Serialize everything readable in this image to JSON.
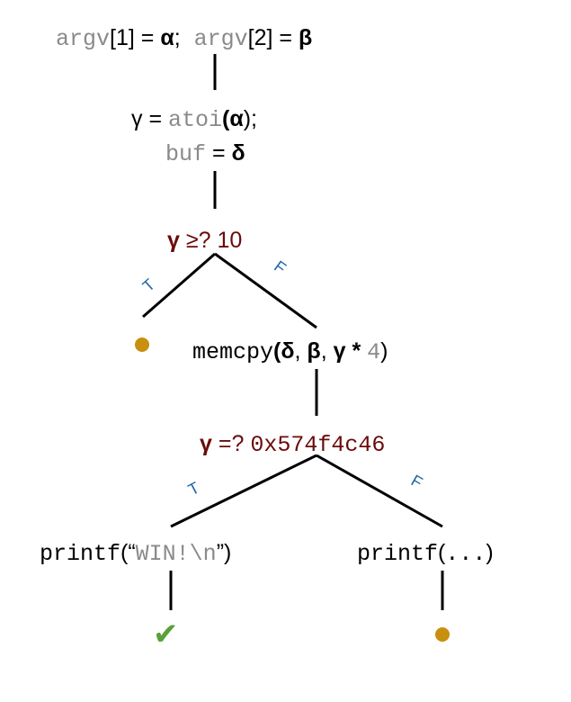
{
  "colors": {
    "edge": "#000000",
    "branch_label": "#2468a8",
    "condition": "#6b0a0a",
    "leaf_dot": "#c8900e",
    "win_check": "#5aa03a",
    "code_grey": "#8a8a8a"
  },
  "nodes": {
    "args": {
      "argv1": "argv",
      "idx1": "[1] = ",
      "alpha": "α",
      "sep": ";",
      "argv2": " argv",
      "idx2": "[2] = ",
      "beta": "β"
    },
    "assign": {
      "gamma": "γ",
      "eq": " = ",
      "fn": "atoi",
      "open": "(",
      "alpha": "α",
      "close": ");"
    },
    "buf": {
      "buf": "buf",
      "eq": " = ",
      "delta": "δ"
    },
    "cond1": {
      "gamma": "γ",
      "op": " ≥? ",
      "value": "10"
    },
    "memcpy": {
      "fn": "memcpy",
      "open": "(",
      "delta": "δ",
      "c1": ", ",
      "beta": "β",
      "c2": ", ",
      "gamma": "γ",
      "mul": " * ",
      "num": "4",
      "close": ")"
    },
    "cond2": {
      "gamma": "γ",
      "op": " =? ",
      "value": "0x574f4c46"
    },
    "printf_win": {
      "fn": "printf",
      "open": "(",
      "lq": "“",
      "str": "WIN!\\n",
      "rq": "”",
      "close": ")"
    },
    "printf_other": {
      "fn": "printf",
      "open": "(",
      "dots": "...",
      "close": ")"
    }
  },
  "branch_labels": {
    "c1_true": "T",
    "c1_false": "F",
    "c2_true": "T",
    "c2_false": "F"
  },
  "leaves": {
    "win_symbol": "✔"
  }
}
